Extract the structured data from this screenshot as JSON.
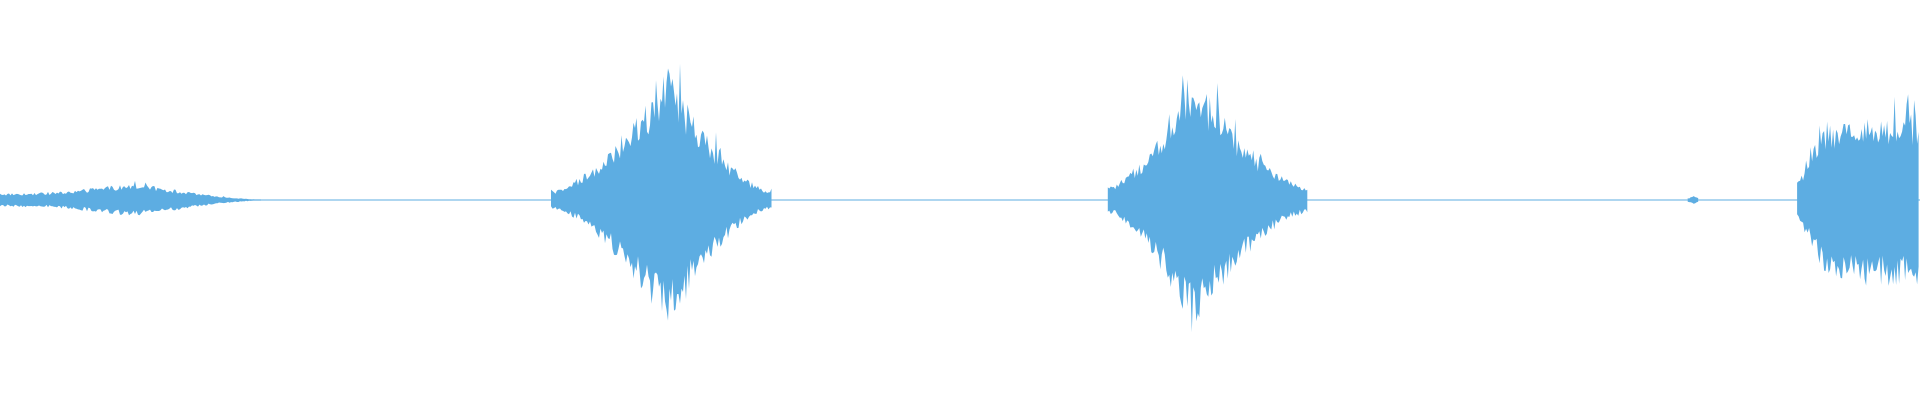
{
  "waveform": {
    "color": "#5dade2",
    "background": "#ffffff",
    "note": "",
    "segments": [
      {
        "name": "segment-1",
        "start": 0.0,
        "end": 0.136,
        "peak": 0.036,
        "peak_at": 0.07,
        "floor": 0.015,
        "shape": "tail"
      },
      {
        "name": "segment-2",
        "start": 0.287,
        "end": 0.402,
        "peak": 0.29,
        "peak_at": 0.348,
        "floor": 0.02,
        "shape": "diamond"
      },
      {
        "name": "segment-3",
        "start": 0.577,
        "end": 0.681,
        "peak": 0.295,
        "peak_at": 0.621,
        "floor": 0.03,
        "shape": "diamond"
      },
      {
        "name": "segment-4",
        "start": 0.879,
        "end": 0.885,
        "peak": 0.012,
        "peak_at": 0.882,
        "floor": 0.004,
        "shape": "diamond"
      },
      {
        "name": "segment-5",
        "start": 0.936,
        "end": 1.0,
        "peak": 0.19,
        "peak_at": 0.97,
        "floor": 0.04,
        "shape": "plateau"
      }
    ]
  }
}
